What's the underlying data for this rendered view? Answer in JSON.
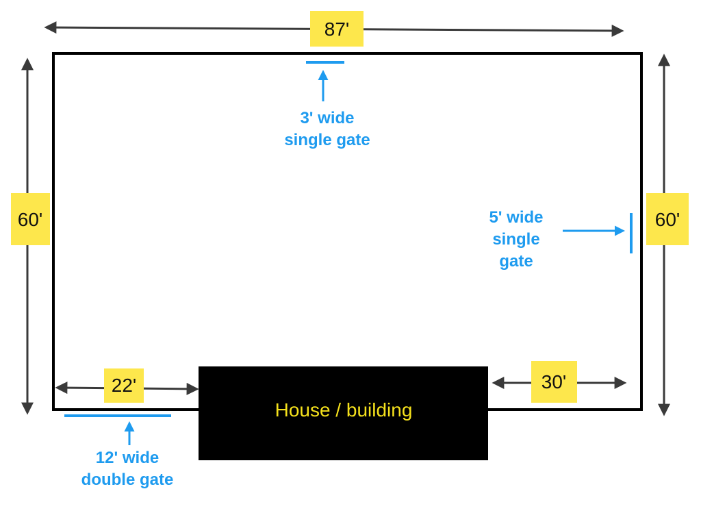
{
  "colors": {
    "background": "#ffffff",
    "fence": "#000000",
    "dimension_arrow": "#3a3a3a",
    "dimension_label_bg": "#fde74c",
    "dimension_label_text": "#111111",
    "gate": "#1e9bef",
    "house_fill": "#000000",
    "house_text": "#f5e11c"
  },
  "dimensions": {
    "top": "87'",
    "left": "60'",
    "right": "60'",
    "bottom_left": "22'",
    "bottom_right": "30'"
  },
  "gates": {
    "top": {
      "line1": "3' wide",
      "line2": "single gate"
    },
    "right": {
      "line1": "5' wide",
      "line2": "single",
      "line3": "gate"
    },
    "bottom": {
      "line1": "12' wide",
      "line2": "double gate"
    }
  },
  "house": {
    "label": "House / building"
  }
}
